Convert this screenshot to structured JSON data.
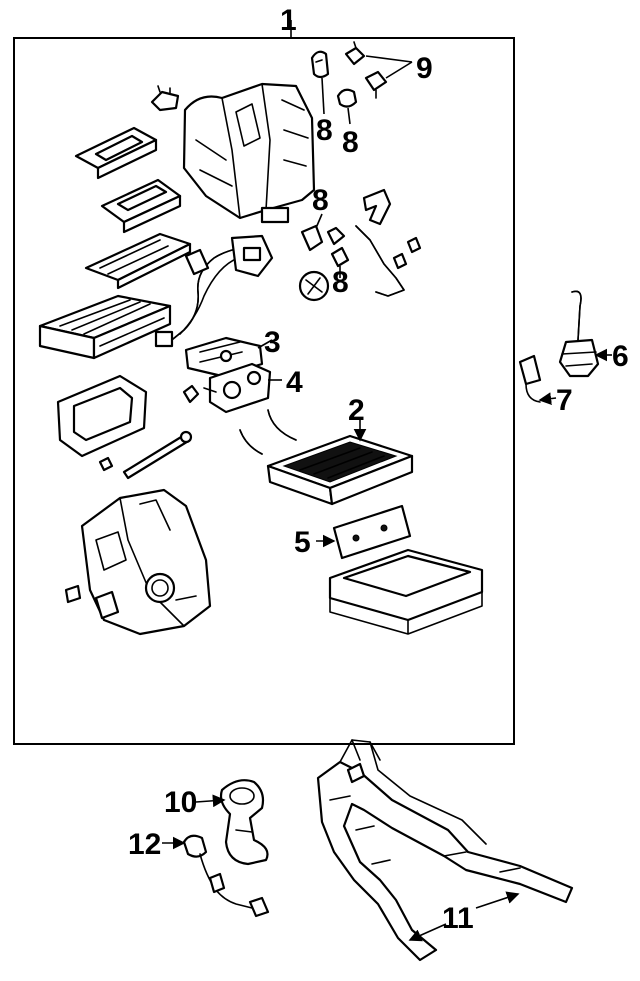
{
  "callouts": {
    "c1": "1",
    "c2": "2",
    "c3": "3",
    "c4": "4",
    "c5": "5",
    "c6": "6",
    "c7": "7",
    "c8a": "8",
    "c8b": "8",
    "c8c": "8",
    "c8d": "8",
    "c9": "9",
    "c10": "10",
    "c11": "11",
    "c12": "12"
  }
}
